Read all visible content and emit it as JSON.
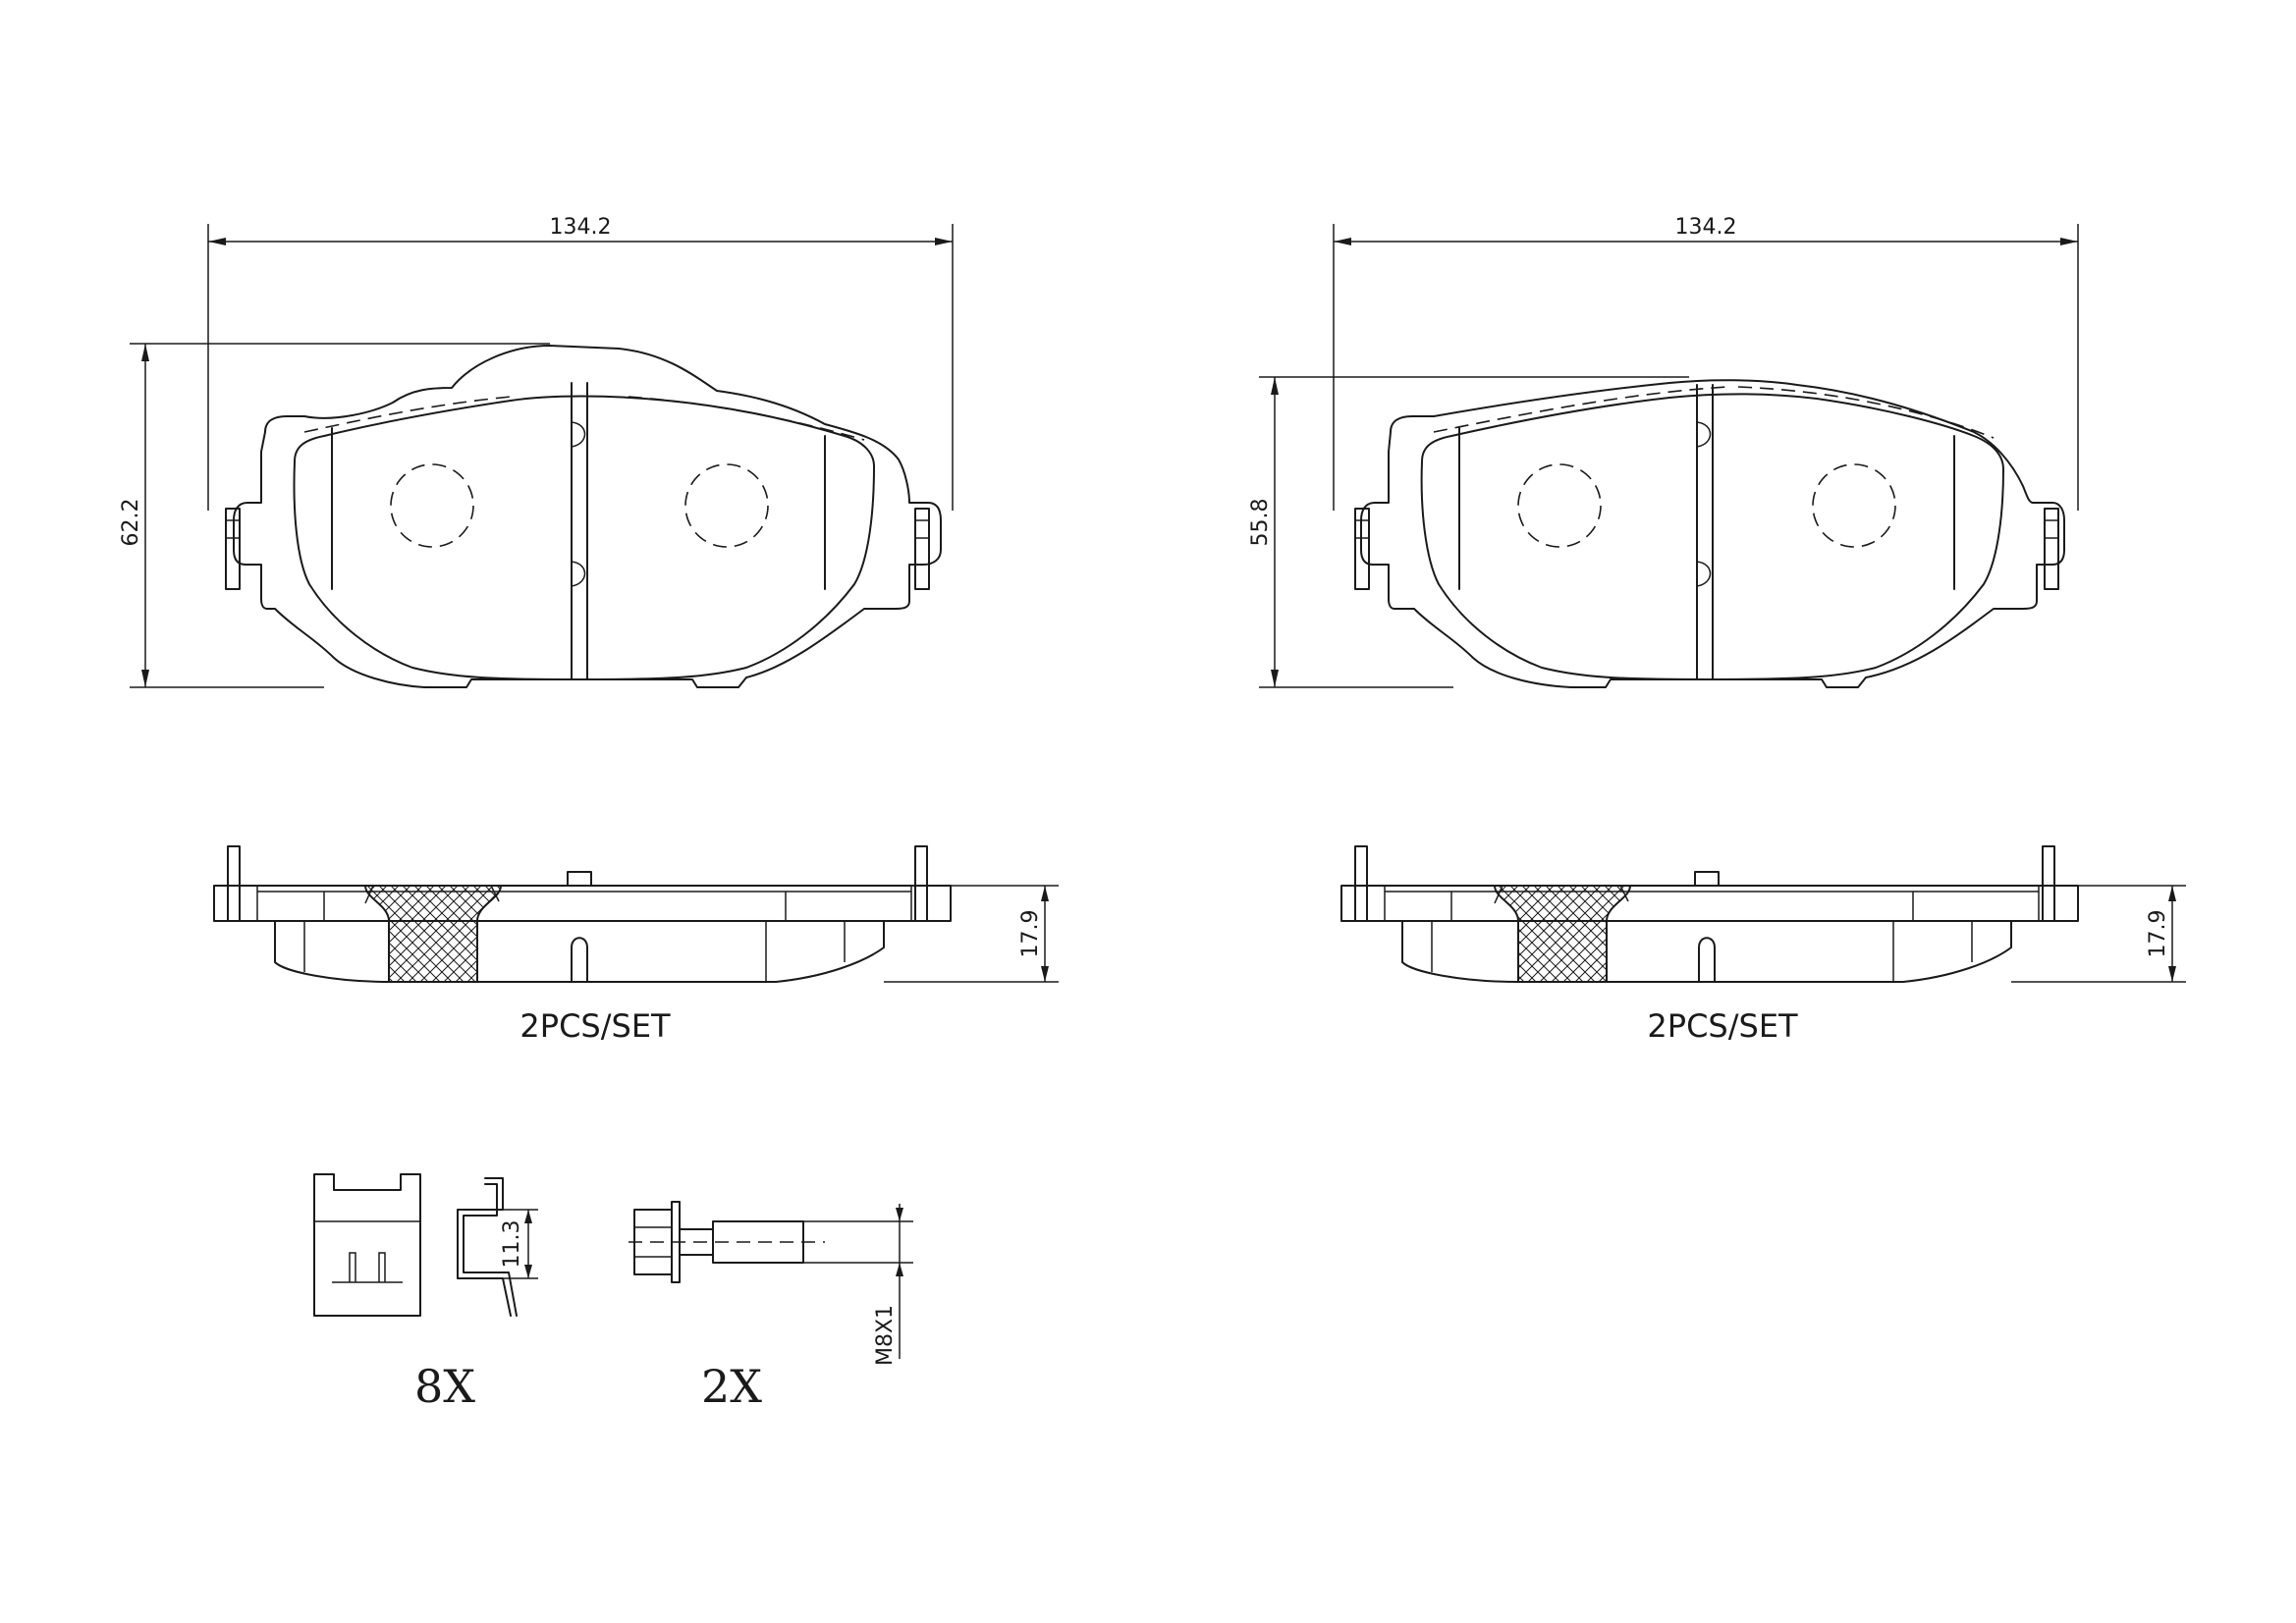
{
  "pads": [
    {
      "width_dim": "134.2",
      "height_dim": "62.2",
      "thickness_dim": "17.9",
      "set_label": "2PCS/SET"
    },
    {
      "width_dim": "134.2",
      "height_dim": "55.8",
      "thickness_dim": "17.9",
      "set_label": "2PCS/SET"
    }
  ],
  "hardware": {
    "clip_quantity": "8X",
    "clip_dim": "11.3",
    "bolt_quantity": "2X",
    "bolt_thread": "M8X1"
  }
}
